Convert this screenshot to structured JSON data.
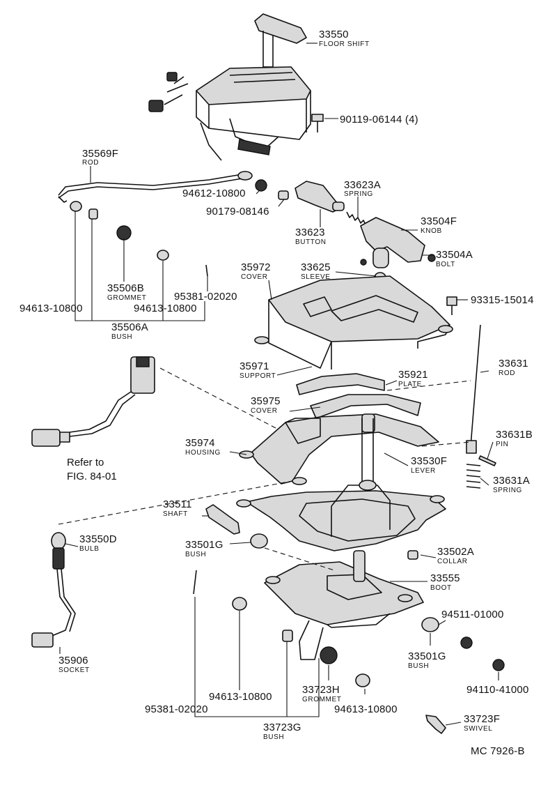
{
  "labels": [
    {
      "id": "33550",
      "num": "33550",
      "name": "FLOOR SHIFT"
    },
    {
      "id": "90119",
      "num": "90119-06144 (4)",
      "name": ""
    },
    {
      "id": "35569F",
      "num": "35569F",
      "name": "ROD"
    },
    {
      "id": "94612",
      "num": "94612-10800",
      "name": ""
    },
    {
      "id": "33623A",
      "num": "33623A",
      "name": "SPRING"
    },
    {
      "id": "90179",
      "num": "90179-08146",
      "name": ""
    },
    {
      "id": "33504F",
      "num": "33504F",
      "name": "KNOB"
    },
    {
      "id": "33623",
      "num": "33623",
      "name": "BUTTON"
    },
    {
      "id": "33504A",
      "num": "33504A",
      "name": "BOLT"
    },
    {
      "id": "35972",
      "num": "35972",
      "name": "COVER"
    },
    {
      "id": "33625",
      "num": "33625",
      "name": "SLEEVE"
    },
    {
      "id": "35506B",
      "num": "35506B",
      "name": "GROMMET"
    },
    {
      "id": "95381a",
      "num": "95381-02020",
      "name": ""
    },
    {
      "id": "93315",
      "num": "93315-15014",
      "name": ""
    },
    {
      "id": "94613a",
      "num": "94613-10800",
      "name": ""
    },
    {
      "id": "94613b",
      "num": "94613-10800",
      "name": ""
    },
    {
      "id": "35506A",
      "num": "35506A",
      "name": "BUSH"
    },
    {
      "id": "35971",
      "num": "35971",
      "name": "SUPPORT"
    },
    {
      "id": "35921",
      "num": "35921",
      "name": "PLATE"
    },
    {
      "id": "33631",
      "num": "33631",
      "name": "ROD"
    },
    {
      "id": "35975",
      "num": "35975",
      "name": "COVER"
    },
    {
      "id": "33631B",
      "num": "33631B",
      "name": "PIN"
    },
    {
      "id": "35974",
      "num": "35974",
      "name": "HOUSING"
    },
    {
      "id": "33530F",
      "num": "33530F",
      "name": "LEVER"
    },
    {
      "id": "33631A",
      "num": "33631A",
      "name": "SPRING"
    },
    {
      "id": "33511",
      "num": "33511",
      "name": "SHAFT"
    },
    {
      "id": "33550D",
      "num": "33550D",
      "name": "BULB"
    },
    {
      "id": "33501Ga",
      "num": "33501G",
      "name": "BUSH"
    },
    {
      "id": "33502A",
      "num": "33502A",
      "name": "COLLAR"
    },
    {
      "id": "33555",
      "num": "33555",
      "name": "BOOT"
    },
    {
      "id": "94511",
      "num": "94511-01000",
      "name": ""
    },
    {
      "id": "33501Gb",
      "num": "33501G",
      "name": "BUSH"
    },
    {
      "id": "35906",
      "num": "35906",
      "name": "SOCKET"
    },
    {
      "id": "94110",
      "num": "94110-41000",
      "name": ""
    },
    {
      "id": "33723H",
      "num": "33723H",
      "name": "GROMMET"
    },
    {
      "id": "94613c",
      "num": "94613-10800",
      "name": ""
    },
    {
      "id": "95381b",
      "num": "95381-02020",
      "name": ""
    },
    {
      "id": "94613d",
      "num": "94613-10800",
      "name": ""
    },
    {
      "id": "33723G",
      "num": "33723G",
      "name": "BUSH"
    },
    {
      "id": "33723F",
      "num": "33723F",
      "name": "SWIVEL"
    }
  ],
  "reference": {
    "line1": "Refer to",
    "line2": "FIG. 84-01"
  },
  "figure_code": "MC  7926-B"
}
